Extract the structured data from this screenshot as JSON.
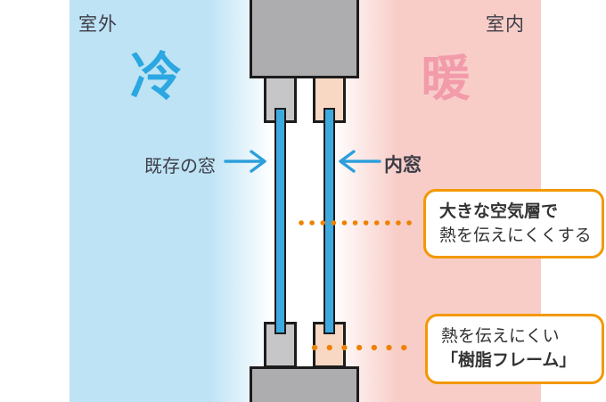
{
  "diagram": {
    "outdoor": {
      "zone_label": "室外",
      "temp_label": "冷"
    },
    "indoor": {
      "zone_label": "室内",
      "temp_label": "暖"
    },
    "annotations": {
      "existing_window": "既存の窓",
      "inner_window": "内窓"
    },
    "callouts": {
      "air_layer": {
        "line1": "大きな空気層で",
        "line2": "熱を伝えにくくする"
      },
      "resin_frame": {
        "line1": "熱を伝えにくい",
        "line2": "「樹脂フレーム」"
      }
    },
    "colors": {
      "outdoor_bg": "#bee3f5",
      "indoor_bg": "#f8cdc8",
      "cold_text": "#2ba7e1",
      "warm_text": "#f29bab",
      "glass_pane_blue": "#3ea9df",
      "aluminum_sash_gray": "#c6c6c8",
      "resin_sash_peach": "#f8d8c3",
      "wall_gray": "#adadaf",
      "outline_black": "#1c1c1c",
      "callout_border_orange": "#f39800",
      "dotted_line_orange": "#ee8200",
      "arrow_blue": "#2e9fdb"
    }
  }
}
